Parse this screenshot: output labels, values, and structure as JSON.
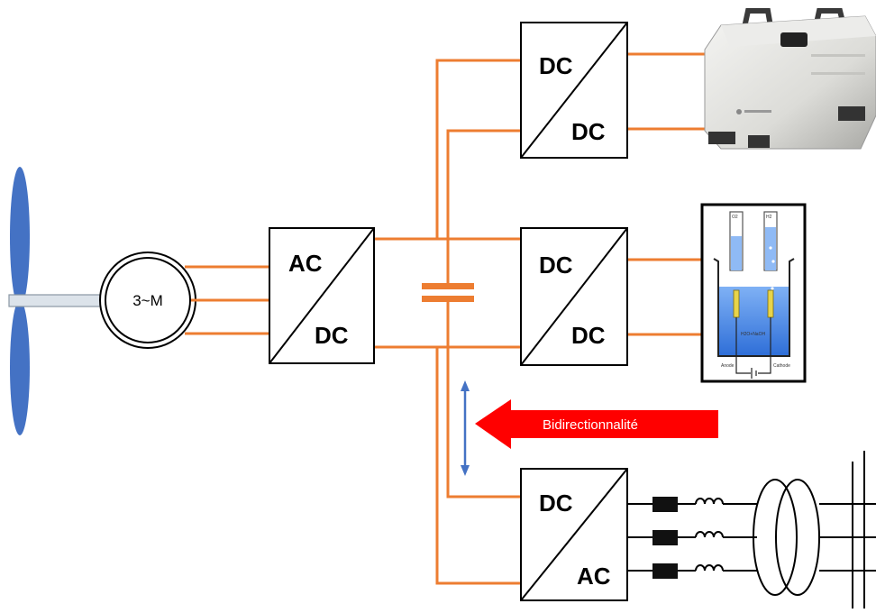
{
  "motor": {
    "label": "3~M"
  },
  "converters": {
    "main": {
      "top": "AC",
      "bottom": "DC"
    },
    "fuel_cell": {
      "top": "DC",
      "bottom": "DC"
    },
    "electrolyzer": {
      "top": "DC",
      "bottom": "DC"
    },
    "grid": {
      "top": "DC",
      "bottom": "AC"
    }
  },
  "arrow": {
    "label": "Bidirectionnalité",
    "color": "#ff0000"
  },
  "electrolyzer_cell": {
    "gas_left": "O2",
    "gas_right": "H2",
    "solution": "H2O+NaOH",
    "anode": "Anode",
    "cathode": "Cathode"
  },
  "colors": {
    "wire": "#ed7d31",
    "blade": "#4472c4",
    "capacitor": "#ed7d31",
    "electrolyte": "#3a7be0",
    "bidir_arrow": "#4472c4"
  },
  "icons": [
    "wind-turbine-icon",
    "fuel-cell-device-icon",
    "electrolyzer-icon",
    "grid-transformer-icon"
  ]
}
